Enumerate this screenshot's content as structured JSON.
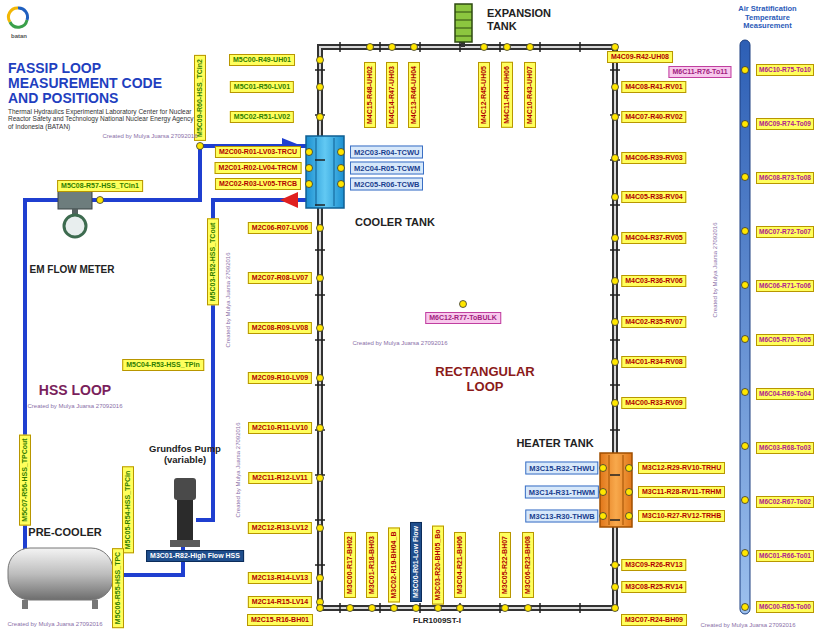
{
  "diagram": {
    "title": "FASSIP LOOP MEASUREMENT CODE AND POSITIONS",
    "nodes": [
      {
        "text": [
          "M5C00-R49-UH01"
        ]
      },
      {
        "text": [
          "M5C01-R50-LV01"
        ]
      },
      {
        "text": [
          "M5C02-R51-LV02"
        ]
      },
      {
        "text": [
          "M5C09-R60-HSS_TCin2"
        ]
      },
      {
        "text": [
          "M4C15-R48-UH02"
        ]
      },
      {
        "text": [
          "M4C14-R47-UH03"
        ]
      },
      {
        "text": [
          "M4C13-R46-UH04"
        ]
      },
      {
        "text": [
          "M4C12-R45-UH05"
        ]
      },
      {
        "text": [
          "M4C11-R44-UH06"
        ]
      },
      {
        "text": [
          "M4C10-R43-UH07"
        ]
      },
      {
        "text": [
          "M4C09-R42-UH08"
        ]
      },
      {
        "text": [
          "M6C11-R76-To11"
        ]
      },
      {
        "text": [
          "M6C10-R75-To10"
        ]
      },
      {
        "text": [
          "M6C09-R74-To09"
        ]
      },
      {
        "text": [
          "M6C08-R73-To08"
        ]
      },
      {
        "text": [
          "M6C07-R72-To07"
        ]
      },
      {
        "text": [
          "M6C06-R71-To06"
        ]
      },
      {
        "text": [
          "M6C05-R70-To05"
        ]
      },
      {
        "text": [
          "M6C04-R69-To04"
        ]
      },
      {
        "text": [
          "M6C03-R68-To03"
        ]
      },
      {
        "text": [
          "M6C02-R67-To02"
        ]
      },
      {
        "text": [
          "M6C01-R66-To01"
        ]
      },
      {
        "text": [
          "M6C00-R65-To00"
        ]
      },
      {
        "text": [
          "M4C08-R41-RV01"
        ]
      },
      {
        "text": [
          "M4C07-R40-RV02"
        ]
      },
      {
        "text": [
          "M4C06-R39-RV03"
        ]
      },
      {
        "text": [
          "M4C05-R38-RV04"
        ]
      },
      {
        "text": [
          "M4C04-R37-RV05"
        ]
      },
      {
        "text": [
          "M4C03-R36-RV06"
        ]
      },
      {
        "text": [
          "M4C02-R35-RV07"
        ]
      },
      {
        "text": [
          "M4C01-R34-RV08"
        ]
      },
      {
        "text": [
          "M4C00-R33-RV09"
        ]
      },
      {
        "text": [
          "M5C08-R57-HSS_TCin1"
        ]
      },
      {
        "text": [
          "M2C00-R01-LV03-TRCU"
        ]
      },
      {
        "text": [
          "M2C01-R02-LV04-TRCM"
        ]
      },
      {
        "text": [
          "M2C02-R03-LV05-TRCB"
        ]
      },
      {
        "text": [
          "M2C03-R04-TCWU"
        ]
      },
      {
        "text": [
          "M2C04-R05-TCWM"
        ]
      },
      {
        "text": [
          "M2C05-R06-TCWB"
        ]
      },
      {
        "text": [
          "M5C03-R52-HSS_TCout"
        ]
      },
      {
        "text": [
          "M2C06-R07-LV06"
        ]
      },
      {
        "text": [
          "M2C07-R08-LV07"
        ]
      },
      {
        "text": [
          "M2C08-R09-LV08"
        ]
      },
      {
        "text": [
          "M2C09-R10-LV09"
        ]
      },
      {
        "text": [
          "M2C10-R11-LV10"
        ]
      },
      {
        "text": [
          "M2C11-R12-LV11"
        ]
      },
      {
        "text": [
          "M2C12-R13-LV12"
        ]
      },
      {
        "text": [
          "M6C12-R77-ToBULK"
        ]
      },
      {
        "text": [
          "M5C04-R53-HSS_TPin"
        ]
      },
      {
        "text": [
          "M5C07-R56-HSS_TPCout"
        ]
      },
      {
        "text": [
          "M5C05-R54-HSS_TPCin"
        ]
      },
      {
        "text": [
          "M3C15-R32-THWU"
        ]
      },
      {
        "text": [
          "M3C14-R31-THWM"
        ]
      },
      {
        "text": [
          "M3C13-R30-THWB"
        ]
      },
      {
        "text": [
          "M3C12-R29-RV10-TRHU"
        ]
      },
      {
        "text": [
          "M3C11-R28-RV11-TRHM"
        ]
      },
      {
        "text": [
          "M3C10-R27-RV12-TRHB"
        ]
      },
      {
        "text": [
          "M3C01-R82-High Flow HSS"
        ]
      },
      {
        "text": [
          "M2C13-R14-LV13"
        ]
      },
      {
        "text": [
          "M3C00-R17-BH02"
        ]
      },
      {
        "text": [
          "M3C01-R18-BH03"
        ]
      },
      {
        "text": [
          "M3C02-R19-BH04_B"
        ]
      },
      {
        "text": [
          "M3C00-R01-Low Flow"
        ]
      },
      {
        "text": [
          "M3C03-R20-BH05_Bo"
        ]
      },
      {
        "text": [
          "M3C04-R21-BH06"
        ]
      },
      {
        "text": [
          "M3C05-R22-BH07"
        ]
      },
      {
        "text": [
          "M3C06-R23-BH08"
        ]
      },
      {
        "text": [
          "M3C09-R26-RV13"
        ]
      },
      {
        "text": [
          "M3C08-R25-RV14"
        ]
      },
      {
        "text": [
          "M5C06-R55-HSS_TPC"
        ]
      },
      {
        "text": [
          "M2C14-R15-LV14"
        ]
      },
      {
        "text": [
          "M2C15-R16-BH01"
        ]
      },
      {
        "text": [
          "M3C07-R24-BH09"
        ]
      }
    ],
    "labels": [
      "Thermal Hydraulics Experimental Laboratory Center for Nuclear Reactor Safety and Technology National Nuclear Energy Agency of Indonesia (BATAN)",
      "Created by Mulya Juarsa 27092016",
      "EXPANSION TANK",
      "COOLER TANK",
      "EM FLOW METER",
      "HSS LOOP",
      "Created by Mulya Juarsa 27092016",
      "Created by Mulya Juarsa 27092016",
      "RECTANGULAR LOOP",
      "Created by Mulya Juarsa 27092016",
      "Grundfos Pump (variable)",
      "Created by Mulya Juarsa 27092016",
      "PRE-COOLER",
      "HEATER TANK",
      "FLR1009ST-I",
      "Air Stratification Temperature Measurement",
      "Created by Mulya Juarsa 27092016",
      "Created by Mulya Juarsa 27092016",
      "Created by Mulya Juarsa 27092016",
      "batan"
    ]
  }
}
